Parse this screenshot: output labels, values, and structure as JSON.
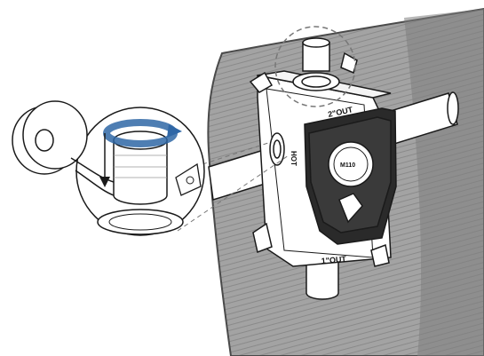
{
  "labels": {
    "out_top": "2\"OUT",
    "out_bottom": "1\"OUT",
    "hot_in": "HOT",
    "model_number": "M110"
  },
  "colors": {
    "wall": "#9a9a9a",
    "wall_hatch": "#7d7d7d",
    "wall_edge": "#4a4a4a",
    "line": "#1a1a1a",
    "rotation_arrow": "#2f67a6",
    "cover_fill": "#2a2a2a",
    "part_fill": "#ffffff"
  },
  "icons": {
    "rotation": "clockwise-rotation-arrow",
    "direction": "down-arrow"
  }
}
